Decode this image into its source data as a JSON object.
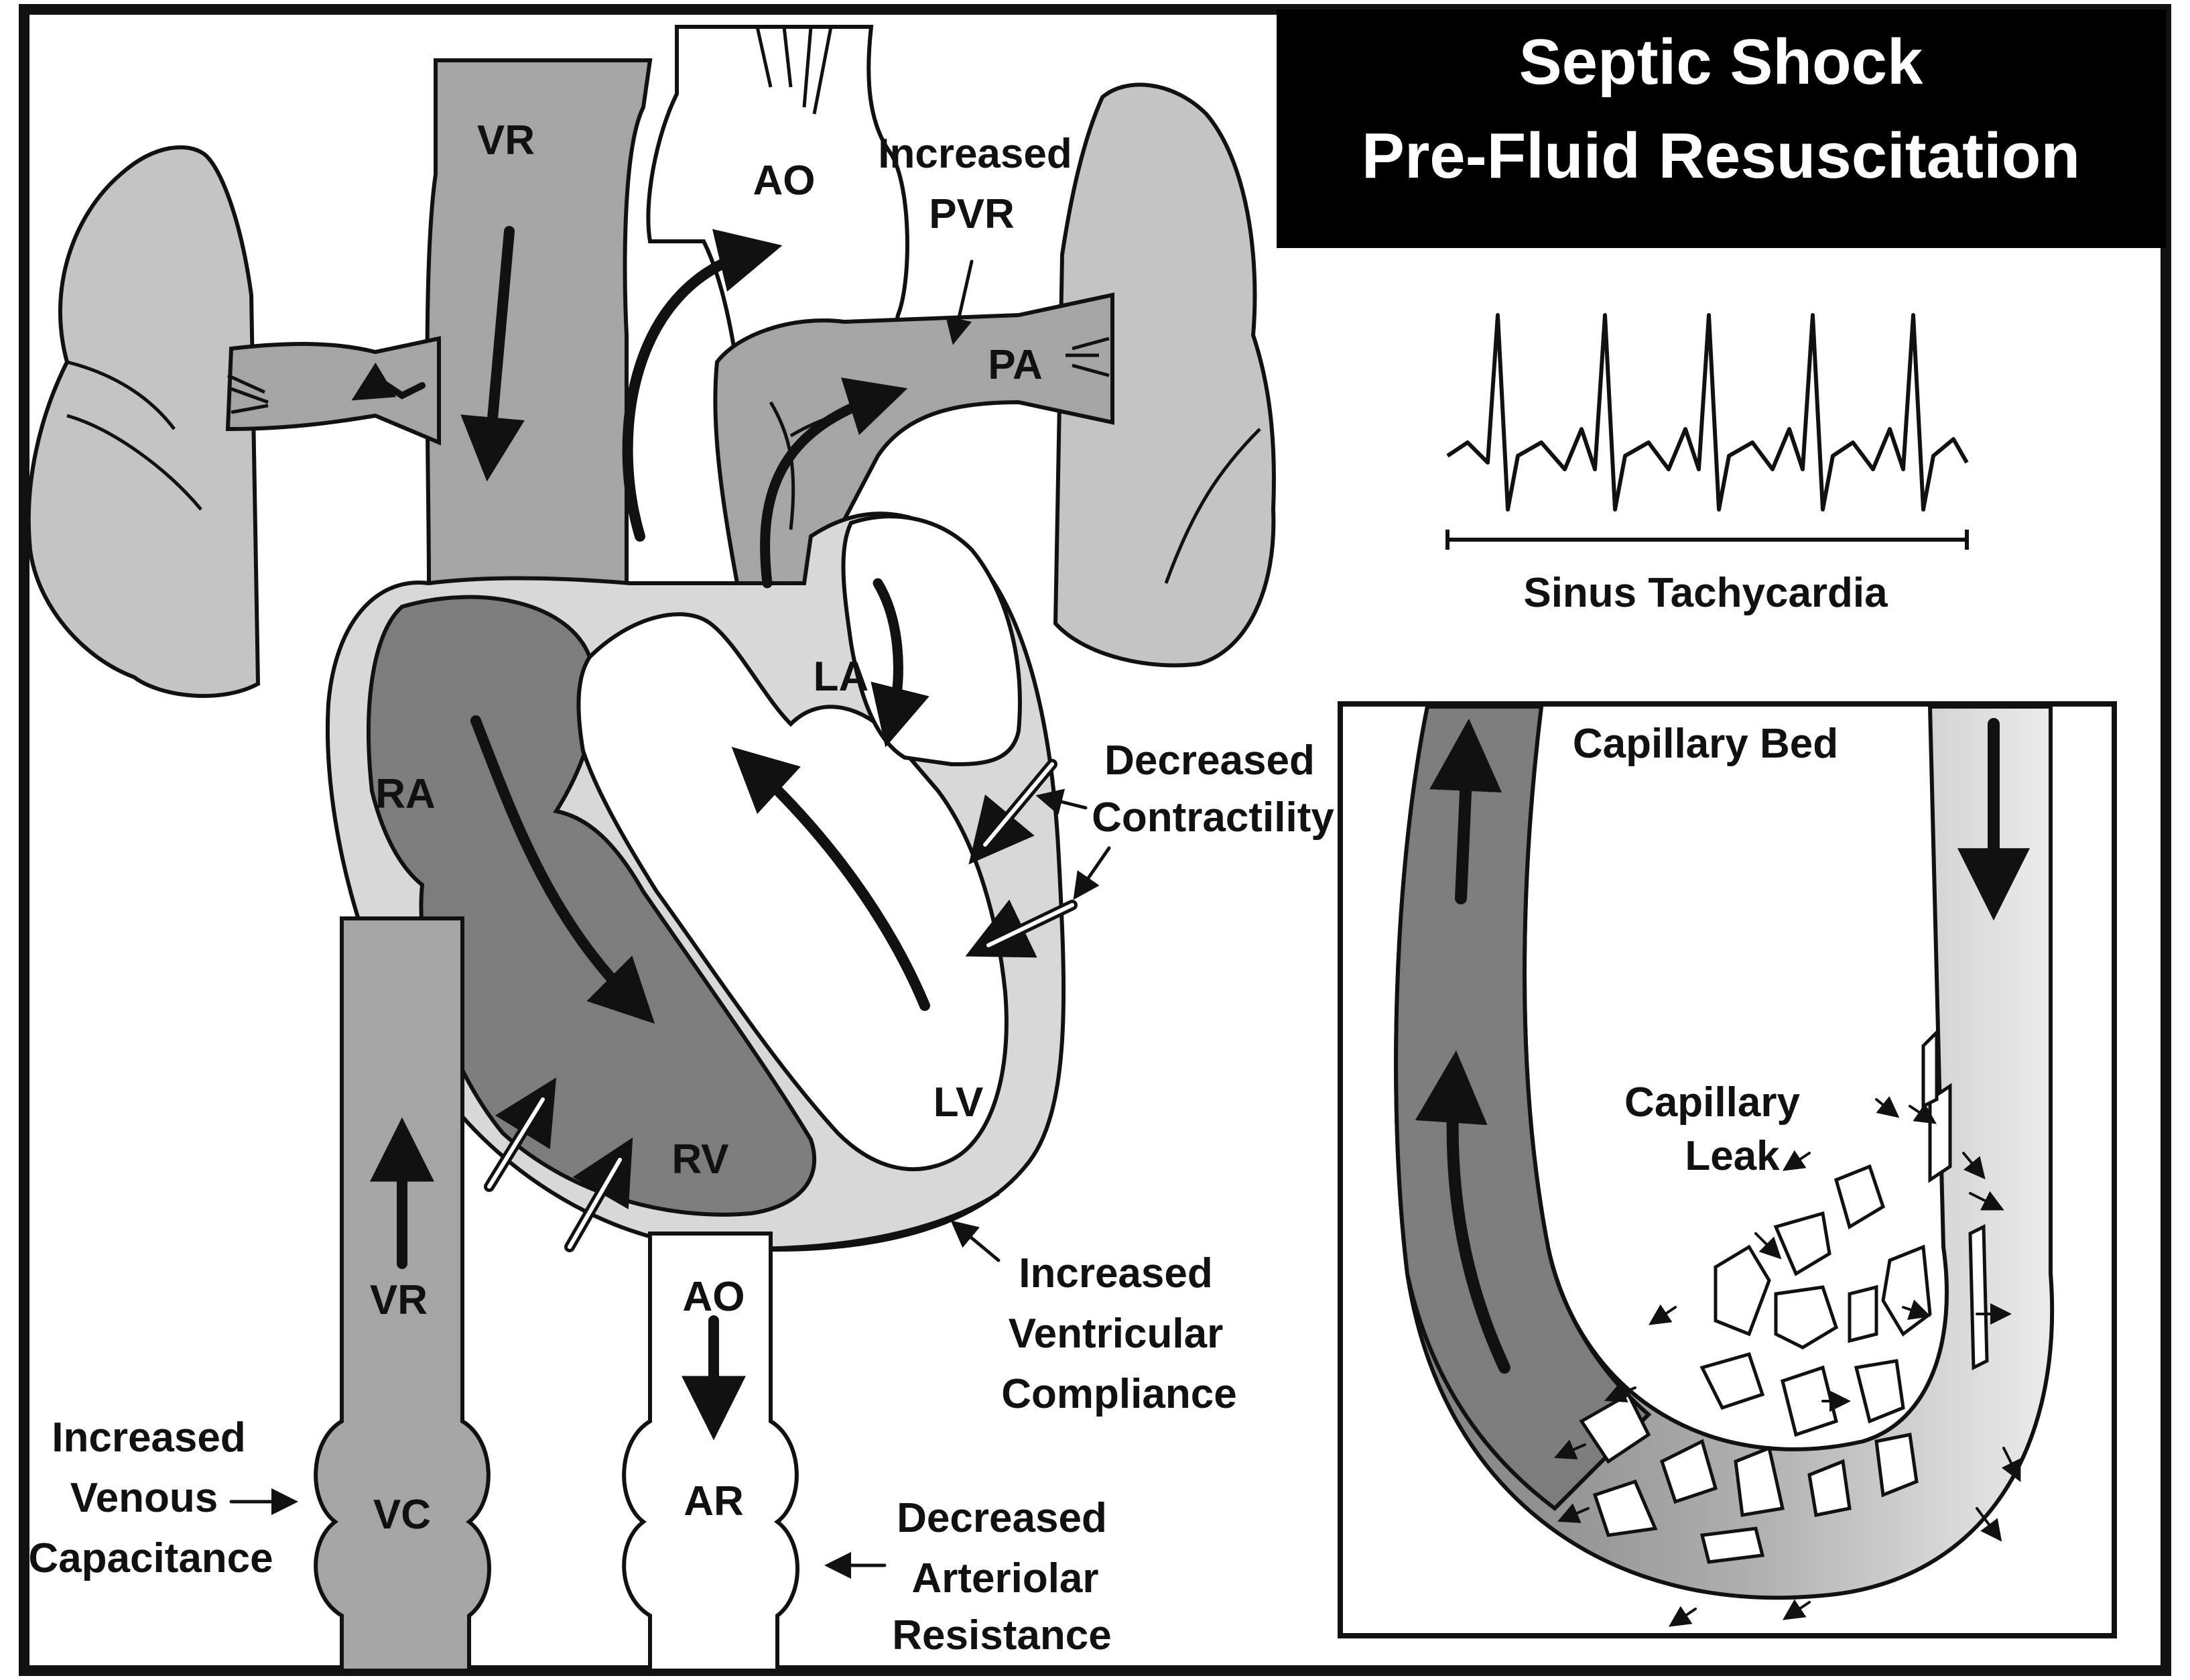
{
  "title": {
    "line1": "Septic Shock",
    "line2": "Pre-Fluid Resuscitation"
  },
  "labels": {
    "vr_top": "VR",
    "ao_top": "AO",
    "pa": "PA",
    "increased_pvr_line1": "Increased",
    "increased_pvr_line2": "PVR",
    "la": "LA",
    "ra": "RA",
    "rv": "RV",
    "lv": "LV",
    "vr_bottom": "VR",
    "ao_bottom": "AO",
    "vc": "VC",
    "ar": "AR",
    "decreased_contractility_line1": "Decreased",
    "decreased_contractility_line2": "Contractility",
    "increased_ventricular_compliance_line1": "Increased",
    "increased_ventricular_compliance_line2": "Ventricular",
    "increased_ventricular_compliance_line3": "Compliance",
    "increased_venous_capacitance_line1": "Increased",
    "increased_venous_capacitance_line2": "Venous",
    "increased_venous_capacitance_line3": "Capacitance",
    "decreased_arteriolar_resistance_line1": "Decreased",
    "decreased_arteriolar_resistance_line2": "Arteriolar",
    "decreased_arteriolar_resistance_line3": "Resistance"
  },
  "ecg": {
    "label": "Sinus Tachycardia"
  },
  "capillary": {
    "title": "Capillary Bed",
    "leak_line1": "Capillary",
    "leak_line2": "Leak"
  },
  "colors": {
    "background": "#ffffff",
    "title_bar": "#000000",
    "outline": "#111111",
    "light_gray": "#c4c4c4",
    "mid_gray": "#a5a5a5",
    "dark_gray": "#7d7d7d",
    "pale": "#ebebeb"
  }
}
